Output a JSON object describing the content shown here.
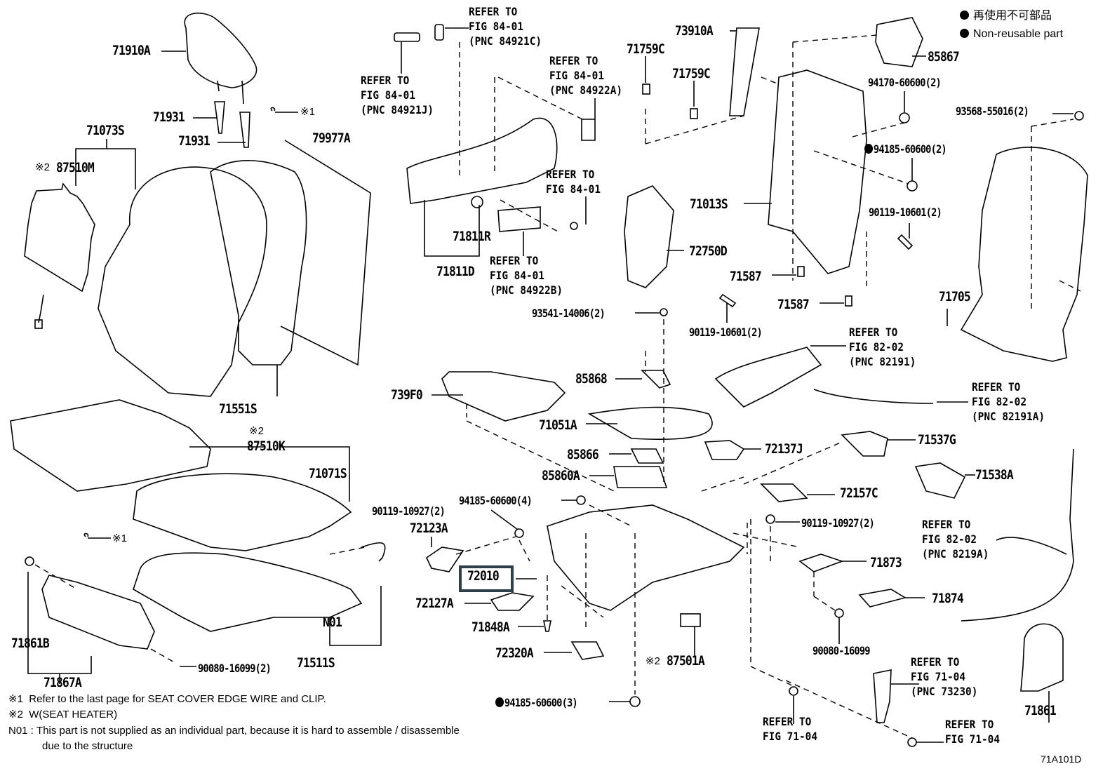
{
  "diagram": {
    "figure_code": "71A101D",
    "legend": {
      "non_reusable_jp": "再使用不可部品",
      "non_reusable_en": "Non-reusable part",
      "color": "#000000"
    },
    "highlight": {
      "part": "72010",
      "border_color": "#2e3f4c"
    },
    "parts": {
      "p71910A": "71910A",
      "p71931a": "71931",
      "p71931b": "71931",
      "p71073S": "71073S",
      "p87510M": "87510M",
      "p79977A": "79977A",
      "p71551S": "71551S",
      "p87510K": "87510K",
      "p71071S": "71071S",
      "p71861B": "71861B",
      "p71867A": "71867A",
      "p90080_16099_2": "90080-16099(2)",
      "p71511S": "71511S",
      "pN01": "N01",
      "p71811R": "71811R",
      "p71811D": "71811D",
      "p71759Ca": "71759C",
      "p71759Cb": "71759C",
      "p73910A": "73910A",
      "p85867": "85867",
      "p94170": "94170-60600(2)",
      "p93568": "93568-55016(2)",
      "p94185_2": "94185-60600(2)",
      "p71013S": "71013S",
      "p90119_10601_2a": "90119-10601(2)",
      "p72750D": "72750D",
      "p71587a": "71587",
      "p71587b": "71587",
      "p71705": "71705",
      "p93541": "93541-14006(2)",
      "p90119_10601_2b": "90119-10601(2)",
      "p739F0": "739F0",
      "p85868": "85868",
      "p71051A": "71051A",
      "p85866": "85866",
      "p72137J": "72137J",
      "p85860A": "85860A",
      "p71537G": "71537G",
      "p71538A": "71538A",
      "p72157C": "72157C",
      "p94185_4": "94185-60600(4)",
      "p90119_10927_2a": "90119-10927(2)",
      "p72123A": "72123A",
      "p90119_10927_2b": "90119-10927(2)",
      "p72010": "72010",
      "p71873": "71873",
      "p72127A": "72127A",
      "p71874": "71874",
      "p71848A": "71848A",
      "p90080_16099": "90080-16099",
      "p72320A": "72320A",
      "p87501A": "87501A",
      "p94185_3": "94185-60600(3)",
      "p71861": "71861"
    },
    "marks": {
      "note1_mark": "※1",
      "note2_mark": "※2"
    },
    "refers": {
      "r84921C": [
        "REFER TO",
        "FIG 84-01",
        "(PNC 84921C)"
      ],
      "r84921J": [
        "REFER TO",
        "FIG 84-01",
        "(PNC 84921J)"
      ],
      "r84922A": [
        "REFER TO",
        "FIG 84-01",
        "(PNC 84922A)"
      ],
      "r8401": [
        "REFER TO",
        "FIG 84-01"
      ],
      "r84922B": [
        "REFER TO",
        "FIG 84-01",
        "(PNC 84922B)"
      ],
      "r82191": [
        "REFER TO",
        "FIG 82-02",
        "(PNC 82191)"
      ],
      "r82191A": [
        "REFER TO",
        "FIG 82-02",
        "(PNC 82191A)"
      ],
      "r8219A": [
        "REFER TO",
        "FIG 82-02",
        "(PNC 8219A)"
      ],
      "r73230": [
        "REFER TO",
        "FIG 71-04",
        "(PNC 73230)"
      ],
      "r7104a": [
        "REFER TO",
        "FIG 71-04"
      ],
      "r7104b": [
        "REFER TO",
        "FIG 71-04"
      ]
    },
    "notes": {
      "n1_mark": "※1",
      "n1_text": "Refer to the last page for SEAT COVER EDGE WIRE and CLIP.",
      "n2_mark": "※2",
      "n2_text": "W(SEAT HEATER)",
      "n3_mark": "N01 :",
      "n3_text": "This part is not supplied as an individual part, because it is hard to assemble / disassemble",
      "n3_text2": "due to the structure"
    }
  }
}
